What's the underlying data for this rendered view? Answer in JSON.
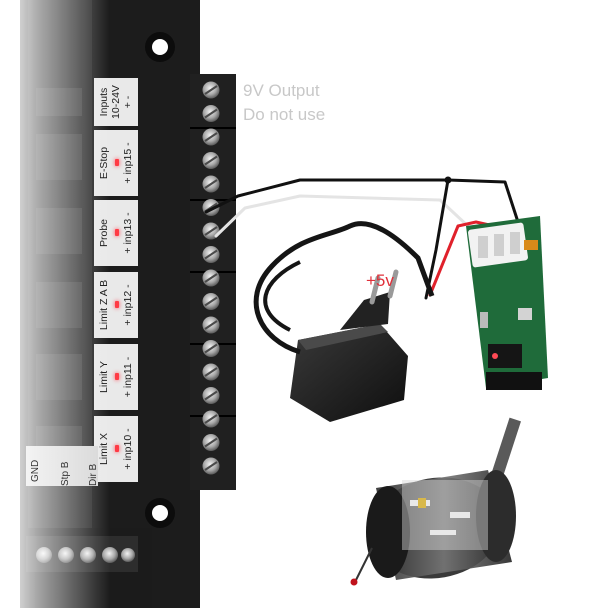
{
  "notes": {
    "output_line1": "9V Output",
    "output_line2": "Do not use",
    "supply": "+5v"
  },
  "terminals": [
    {
      "name": "Inputs",
      "sub": "10-24V",
      "polarity": "+    -",
      "led": false
    },
    {
      "name": "E-Stop",
      "sub": "+ inp15 -",
      "led": true
    },
    {
      "name": "Probe",
      "sub": "+ inp13 -",
      "led": true
    },
    {
      "name": "Limit Z A B",
      "sub": "+ inp12 -",
      "led": true
    },
    {
      "name": "Limit Y",
      "sub": "+ inp11 -",
      "led": true
    },
    {
      "name": "Limit X",
      "sub": "+ inp10 -",
      "led": true
    }
  ],
  "bottom_labels": [
    "GND",
    "Stp B",
    "Dir B"
  ],
  "colors": {
    "board": "#1c1c1c",
    "pcb_green": "#1f6b3a",
    "wire_red": "#e0212b",
    "wire_black": "#111111",
    "wire_white": "#e4e4e4",
    "note_gray": "#c8c8c8"
  }
}
